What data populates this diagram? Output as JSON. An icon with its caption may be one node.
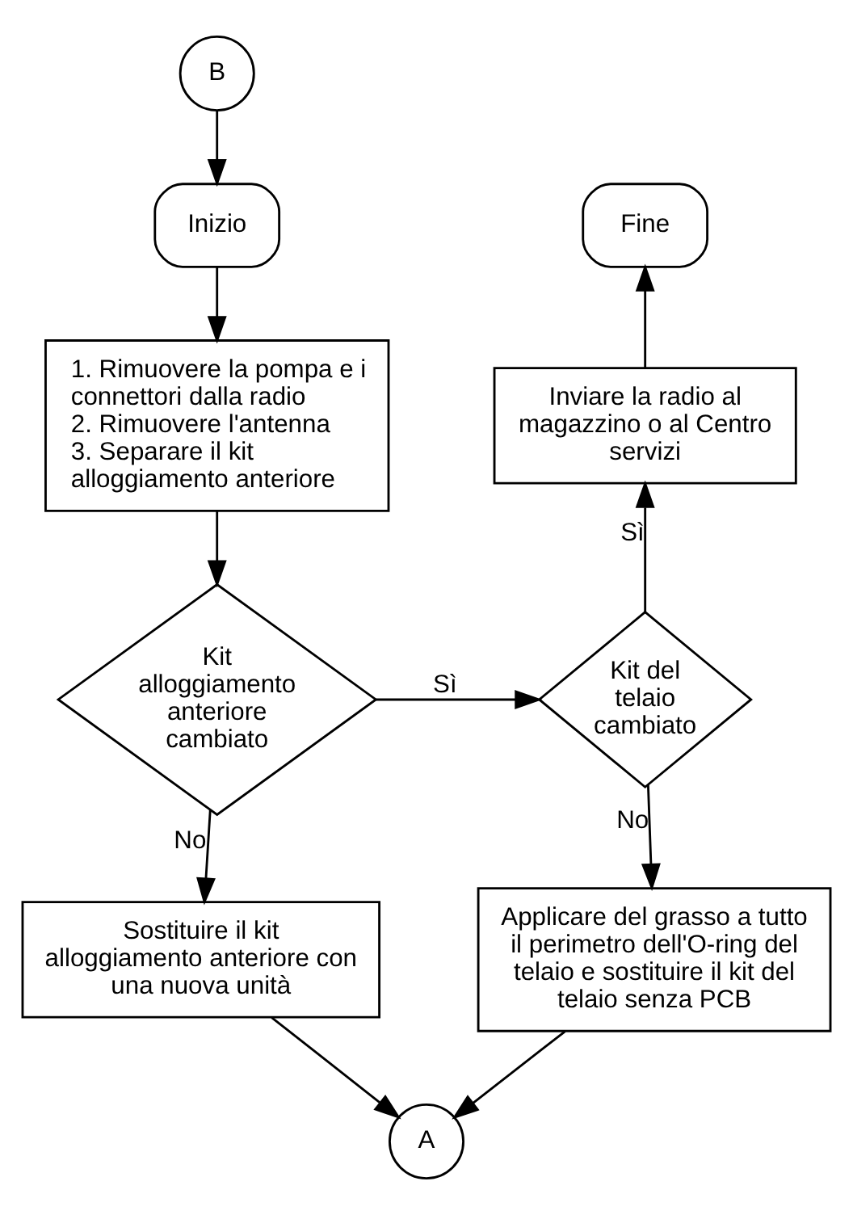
{
  "diagram": {
    "nodes": [
      {
        "text": [
          "B"
        ]
      },
      {
        "text": [
          "Inizio"
        ]
      },
      {
        "text": [
          "1. Rimuovere la pompa e i connettori dalla radio",
          "2. Rimuovere l'antenna",
          "3. Separare il kit alloggiamento anteriore"
        ]
      },
      {
        "text": [
          "Kit alloggiamento anteriore cambiato"
        ]
      },
      {
        "text": [
          "Kit del telaio cambiato"
        ]
      },
      {
        "text": [
          "Inviare la radio al magazzino o al Centro servizi"
        ]
      },
      {
        "text": [
          "Fine"
        ]
      },
      {
        "text": [
          "Sostituire il kit alloggiamento anteriore con una nuova unità"
        ]
      },
      {
        "text": [
          "Applicare del grasso a tutto il perimetro dell'O-ring del telaio e sostituire il kit del telaio senza PCB"
        ]
      },
      {
        "text": [
          "A"
        ]
      }
    ],
    "edges": [
      {
        "from": 0,
        "to": 1,
        "arrow": "to"
      },
      {
        "from": 1,
        "to": 2,
        "arrow": "to"
      },
      {
        "from": 2,
        "to": 3,
        "arrow": "to"
      },
      {
        "from": 3,
        "to": 4,
        "arrow": "to",
        "label": "Sì"
      },
      {
        "from": 3,
        "to": 7,
        "arrow": "to",
        "label": "No"
      },
      {
        "from": 4,
        "to": 5,
        "arrow": "to",
        "label": "Sì"
      },
      {
        "from": 5,
        "to": 6,
        "arrow": "to"
      },
      {
        "from": 4,
        "to": 8,
        "arrow": "to",
        "label": "No"
      },
      {
        "from": 7,
        "to": 9,
        "arrow": "to"
      },
      {
        "from": 8,
        "to": 9,
        "arrow": "to"
      }
    ]
  }
}
